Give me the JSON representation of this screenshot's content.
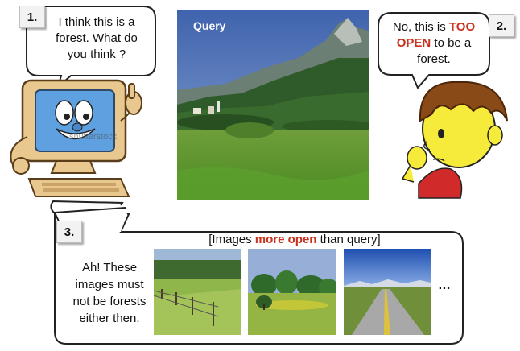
{
  "step1": {
    "number": "1.",
    "text_line1": "I think this is a",
    "text_line2": "forest. What do",
    "text_line3": "you think ?"
  },
  "step2": {
    "number": "2.",
    "text_pre": "No, this is",
    "text_hl_1": "TOO",
    "text_hl_2": "OPEN",
    "text_post": "to be a",
    "text_line3": "forest."
  },
  "step3": {
    "number": "3.",
    "text_line1": "Ah! These",
    "text_line2": "images must",
    "text_line3": "not be forests",
    "text_line4": "either then."
  },
  "query": {
    "label": "Query"
  },
  "results": {
    "caption_pre": "[Images",
    "caption_hl": "more open",
    "caption_post": "than query]",
    "ellipsis": "…",
    "thumbnails": [
      {
        "subject": "pasture with fence"
      },
      {
        "subject": "meadow with trees"
      },
      {
        "subject": "open road"
      }
    ]
  },
  "watermark": "shutterstock",
  "colors": {
    "highlight": "#c8321e",
    "bubble_border": "#222222"
  }
}
